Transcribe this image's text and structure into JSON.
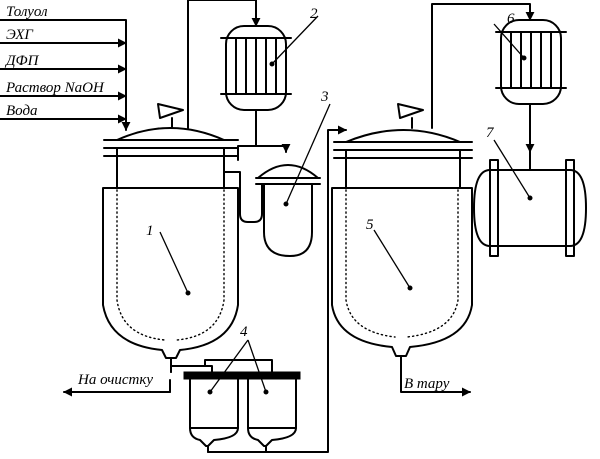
{
  "inputs": [
    "Толуол",
    "ЭХГ",
    "ДФП",
    "Раствор NaOH",
    "Вода"
  ],
  "outputs": {
    "left": "На очистку",
    "right": "В тару"
  },
  "equipment_numbers": [
    "1",
    "2",
    "3",
    "4",
    "5",
    "6",
    "7"
  ]
}
